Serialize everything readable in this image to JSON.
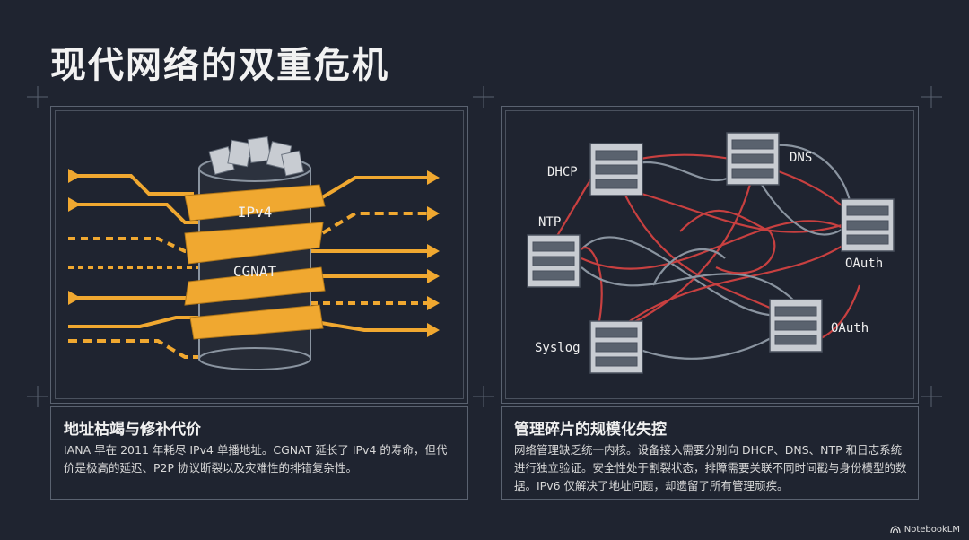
{
  "title": "现代网络的双重危机",
  "left_panel": {
    "labels": [
      "IPv4",
      "CGNAT"
    ],
    "caption_title": "地址枯竭与修补代价",
    "caption_text": "IANA 早在 2011 年耗尽 IPv4 单播地址。CGNAT 延长了 IPv4 的寿命，但代价是极高的延迟、P2P 协议断裂以及灾难性的排错复杂性。"
  },
  "right_panel": {
    "servers": [
      "DHCP",
      "DNS",
      "NTP",
      "OAuth",
      "OAuth",
      "Syslog"
    ],
    "caption_title": "管理碎片的规模化失控",
    "caption_text": "网络管理缺乏统一内核。设备接入需要分别向 DHCP、DNS、NTP 和日志系统进行独立验证。安全性处于割裂状态，排障需要关联不同时间戳与身份模型的数据。IPv6 仅解决了地址问题，却遗留了所有管理顽疾。"
  },
  "colors": {
    "accent": "#f0a830",
    "red": "#c84040",
    "grey": "#8a94a0",
    "bg": "#1f2430"
  },
  "brand": "NotebookLM"
}
